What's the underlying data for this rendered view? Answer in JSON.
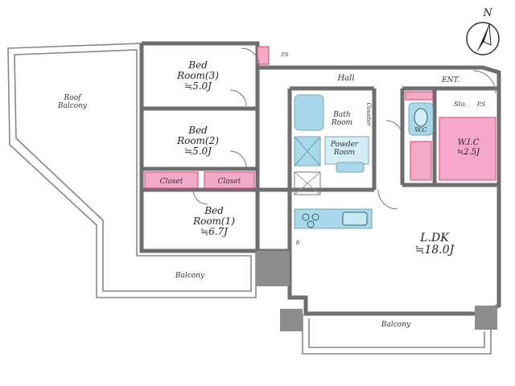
{
  "colors": {
    "wall": "#6e6e6e",
    "wet_area": "#a9d8ec",
    "closet": "#f3aac7",
    "wic": "#f6a8cb",
    "column": "#8d8d8d"
  },
  "compass": {
    "label": "N",
    "icon": "north-arrow-icon"
  },
  "rooms": {
    "roof_balcony": {
      "name_line1": "Roof",
      "name_line2": "Balcony"
    },
    "bed3": {
      "line1": "Bed",
      "line2": "Room(3)",
      "area": "≒5.0J"
    },
    "bed2": {
      "line1": "Bed",
      "line2": "Room(2)",
      "area": "≒5.0J"
    },
    "bed1": {
      "line1": "Bed",
      "line2": "Room(1)",
      "area": "≒6.7J"
    },
    "closet_a": "Closet",
    "closet_b": "Closet",
    "hall": "Hall",
    "bath": {
      "line1": "Bath",
      "line2": "Room"
    },
    "powder": {
      "line1": "Powder",
      "line2": "Room"
    },
    "counter": "Counter",
    "ent": "ENT.",
    "sto": "Sto.",
    "ps": "P.S",
    "wc": "W.C",
    "wic": {
      "line1": "W.I.C",
      "area": "≒2.5J"
    },
    "ldk": {
      "line1": "L.DK",
      "area": "≒18.0J"
    },
    "balcony_west": "Balcony",
    "balcony_south": "Balcony",
    "ps_small": "P.S",
    "r_mark": "R"
  }
}
